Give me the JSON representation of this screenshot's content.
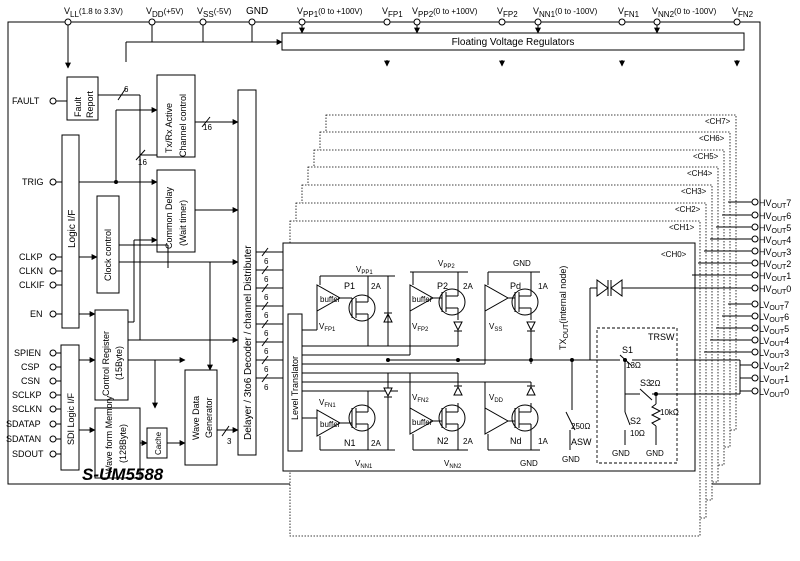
{
  "supplies": {
    "vll": {
      "main": "V",
      "sub": "LL",
      "rest": "(1.8 to 3.3V)"
    },
    "vdd": {
      "main": "V",
      "sub": "DD",
      "rest": "(+5V)"
    },
    "vss": {
      "main": "V",
      "sub": "SS",
      "rest": "(-5V)"
    },
    "gnd": "GND",
    "vpp1": {
      "main": "V",
      "sub": "PP1",
      "rest": "(0 to +100V)"
    },
    "vfp1": {
      "main": "V",
      "sub": "FP1",
      "rest": ""
    },
    "vpp2": {
      "main": "V",
      "sub": "PP2",
      "rest": "(0 to +100V)"
    },
    "vfp2": {
      "main": "V",
      "sub": "FP2",
      "rest": ""
    },
    "vnn1": {
      "main": "V",
      "sub": "NN1",
      "rest": "(0 to -100V)"
    },
    "vfn1": {
      "main": "V",
      "sub": "FN1",
      "rest": ""
    },
    "vnn2": {
      "main": "V",
      "sub": "NN2",
      "rest": "(0 to -100V)"
    },
    "vfn2": {
      "main": "V",
      "sub": "FN2",
      "rest": ""
    }
  },
  "blocks": {
    "regulators": "Floating Voltage Regulators",
    "fault_report": [
      "Fault",
      "Report"
    ],
    "txrx": [
      "Tx/Rx Active",
      "Channel control"
    ],
    "common_delay": [
      "Common Delay",
      "(Wait timer)"
    ],
    "logic_if": "Logic I/F",
    "clock_control": "Clock control",
    "control_register": [
      "Control Register",
      "(15Byte)"
    ],
    "sdi_logic_if": "SDI Logic I/F",
    "waveform_memory": [
      "Wave form Memory",
      "(128Byte)"
    ],
    "cache": "Cache",
    "wave_data_generator": [
      "Wave Data",
      "Generator"
    ],
    "delayer": "Delayer / 3to6 Decoder / channel Distributer",
    "level_translator": "Level Translator"
  },
  "bus_widths": {
    "fault": "6",
    "txrx": "16",
    "delay": "16",
    "wave": "3",
    "ch": "6"
  },
  "pins_left": [
    "FAULT",
    "TRIG",
    "CLKP",
    "CLKN",
    "CLKIF",
    "EN",
    "SPIEN",
    "CSP",
    "CSN",
    "SCLKP",
    "SCLKN",
    "SDATAP",
    "SDATAN",
    "SDOUT"
  ],
  "channels": [
    "<CH7>",
    "<CH6>",
    "<CH5>",
    "<CH4>",
    "<CH3>",
    "<CH2>",
    "<CH1>",
    "<CH0>"
  ],
  "outputs": {
    "hv": [
      "7",
      "6",
      "5",
      "4",
      "3",
      "2",
      "1",
      "0"
    ],
    "lv": [
      "7",
      "6",
      "5",
      "4",
      "3",
      "2",
      "1",
      "0"
    ],
    "hv_prefix": "HV",
    "lv_prefix": "LV",
    "out_sub": "OUT"
  },
  "channel_detail": {
    "vpp1": {
      "main": "V",
      "sub": "PP1"
    },
    "vpp2": {
      "main": "V",
      "sub": "PP2"
    },
    "gnd_top": "GND",
    "vfp1": {
      "main": "V",
      "sub": "FP1"
    },
    "vfp2": {
      "main": "V",
      "sub": "FP2"
    },
    "vss": {
      "main": "V",
      "sub": "SS"
    },
    "vfn1": {
      "main": "V",
      "sub": "FN1"
    },
    "vfn2": {
      "main": "V",
      "sub": "FN2"
    },
    "vdd": {
      "main": "V",
      "sub": "DD"
    },
    "vnn1": {
      "main": "V",
      "sub": "NN1"
    },
    "vnn2": {
      "main": "V",
      "sub": "NN2"
    },
    "buffer": "buffer",
    "p1": "P1",
    "p2": "P2",
    "pd": "Pd",
    "n1": "N1",
    "n2": "N2",
    "nd": "Nd",
    "i2a": "2A",
    "i1a": "1A",
    "tx_out": {
      "main": "TX",
      "sub": "OUT",
      "rest": "(internal node)"
    },
    "r250": "250Ω",
    "asw": "ASW",
    "gnd": "GND",
    "trsw": "TRSW",
    "s1": "S1",
    "s1r": "13Ω",
    "s2": "S2",
    "s2r": "10Ω",
    "s3": "S3",
    "s3r": "2Ω",
    "r10k": "10kΩ"
  },
  "part_number": "S-UM5588"
}
